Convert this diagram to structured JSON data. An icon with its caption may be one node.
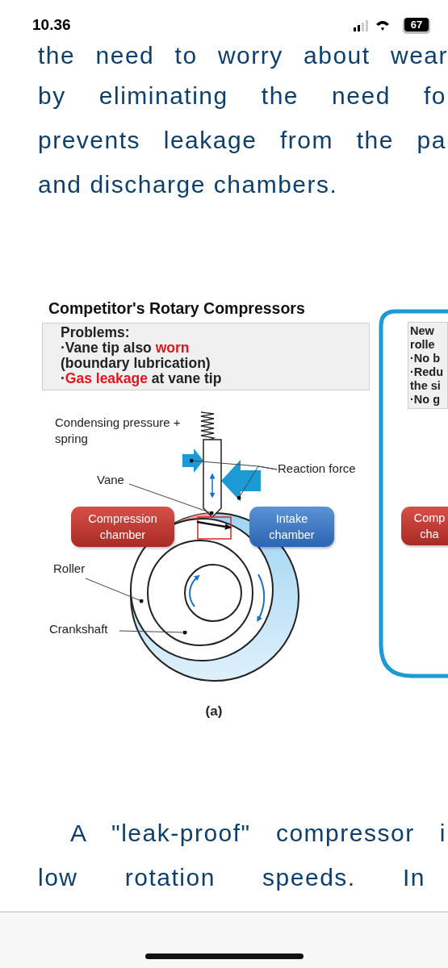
{
  "diagram": {
    "title": "Competitor's Rotary Compressors",
    "nodes": [
      {
        "text": [
          "Problems:",
          "·Vane tip also **worn** (boundary lubrication)",
          "·**Gas leakage** at vane tip"
        ]
      },
      {
        "text": [
          "Compression chamber"
        ]
      },
      {
        "text": [
          "Intake chamber"
        ]
      },
      {
        "text": [
          "Reaction force"
        ]
      },
      {
        "text": [],
        "shape": "arrow"
      },
      {
        "text": [],
        "shape": "arrow"
      },
      {
        "text": [
          "Vane"
        ]
      },
      {
        "text": [],
        "shape": "box"
      },
      {
        "text": [
          "Roller"
        ]
      },
      {
        "text": [],
        "shape": "circle"
      },
      {
        "text": [
          "Crankshaft"
        ]
      },
      {
        "text": [],
        "shape": "circle",
        "in": 9
      },
      {
        "text": [
          "New",
          "rolle",
          "·No b",
          "·Redu",
          "the si",
          "·No g"
        ]
      },
      {
        "text": [
          "Comp cha"
        ]
      }
    ],
    "edges": [
      {
        "from": 3,
        "to": 4,
        "arrow": "other"
      },
      {
        "from": 3,
        "to": 5,
        "arrow": "other"
      },
      {
        "from": 6,
        "to": 7,
        "arrow": "other"
      },
      {
        "from": 8,
        "to": 9,
        "arrow": "other"
      },
      {
        "from": 10,
        "to": 11,
        "arrow": "other"
      }
    ],
    "labels": [
      "10.36",
      "67",
      "the need to worry about wear",
      "by eliminating the need fo",
      "prevents leakage from the pa",
      "and discharge chambers.",
      "Condensing pressure + spring",
      "(a)",
      "A \"leak-proof\" compressor i",
      "low rotation speeds. In"
    ]
  }
}
